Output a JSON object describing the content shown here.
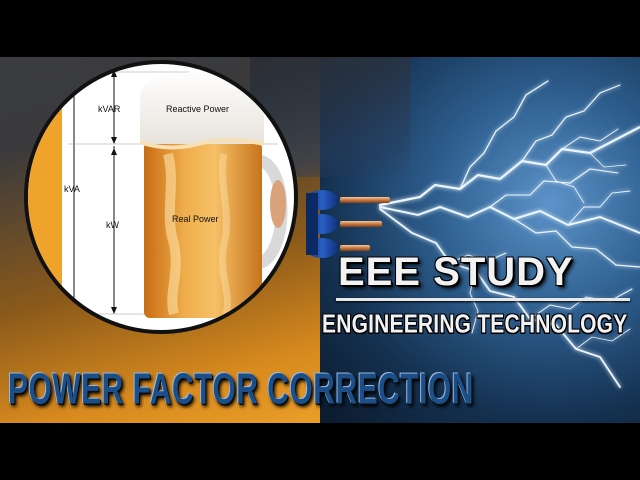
{
  "diagram": {
    "kvar_label": "kVAR",
    "kva_label": "kVA",
    "kw_label": "kW",
    "reactive_label": "Reactive Power",
    "real_label": "Real Power"
  },
  "brand": {
    "main_title": "EEE STUDY",
    "subtitle": "ENGINEERING TECHNOLOGY"
  },
  "topic": {
    "title": "POWER FACTOR CORRECTION"
  },
  "colors": {
    "orange": "#f0a32a",
    "blue": "#1c4f88",
    "beer": "#e9a13a",
    "foam": "#f7f7f7"
  }
}
